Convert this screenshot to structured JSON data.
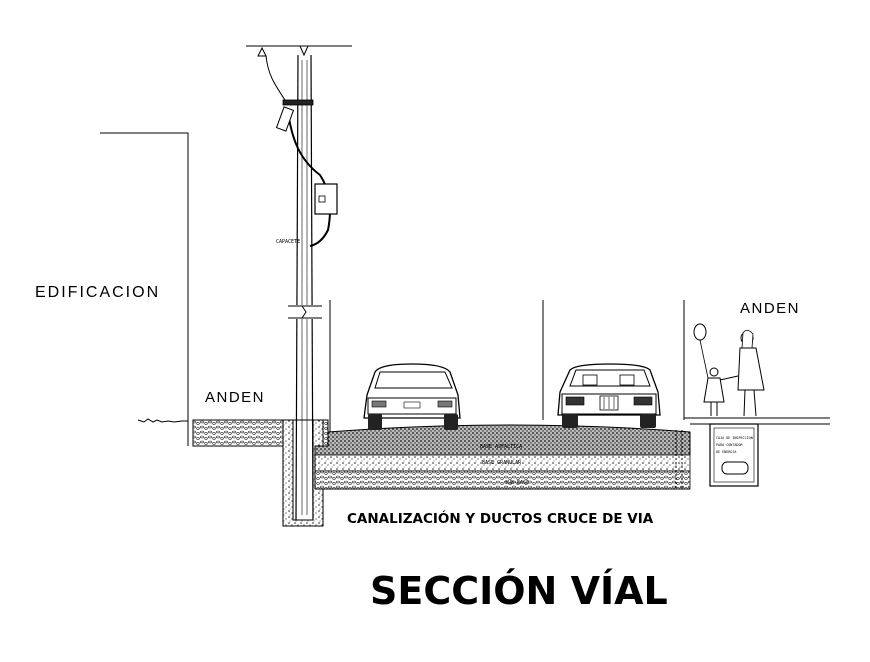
{
  "labels": {
    "edificacion": "EDIFICACION",
    "anden_left": "ANDEN",
    "anden_right": "ANDEN",
    "capacete": "CAPACETE",
    "canalizacion": "CANALIZACIÓN Y DUCTOS CRUCE DE VIA",
    "title": "SECCIÓN VÍAL"
  },
  "colors": {
    "ink": "#000000",
    "paper": "#ffffff",
    "hatch": "#555555"
  }
}
